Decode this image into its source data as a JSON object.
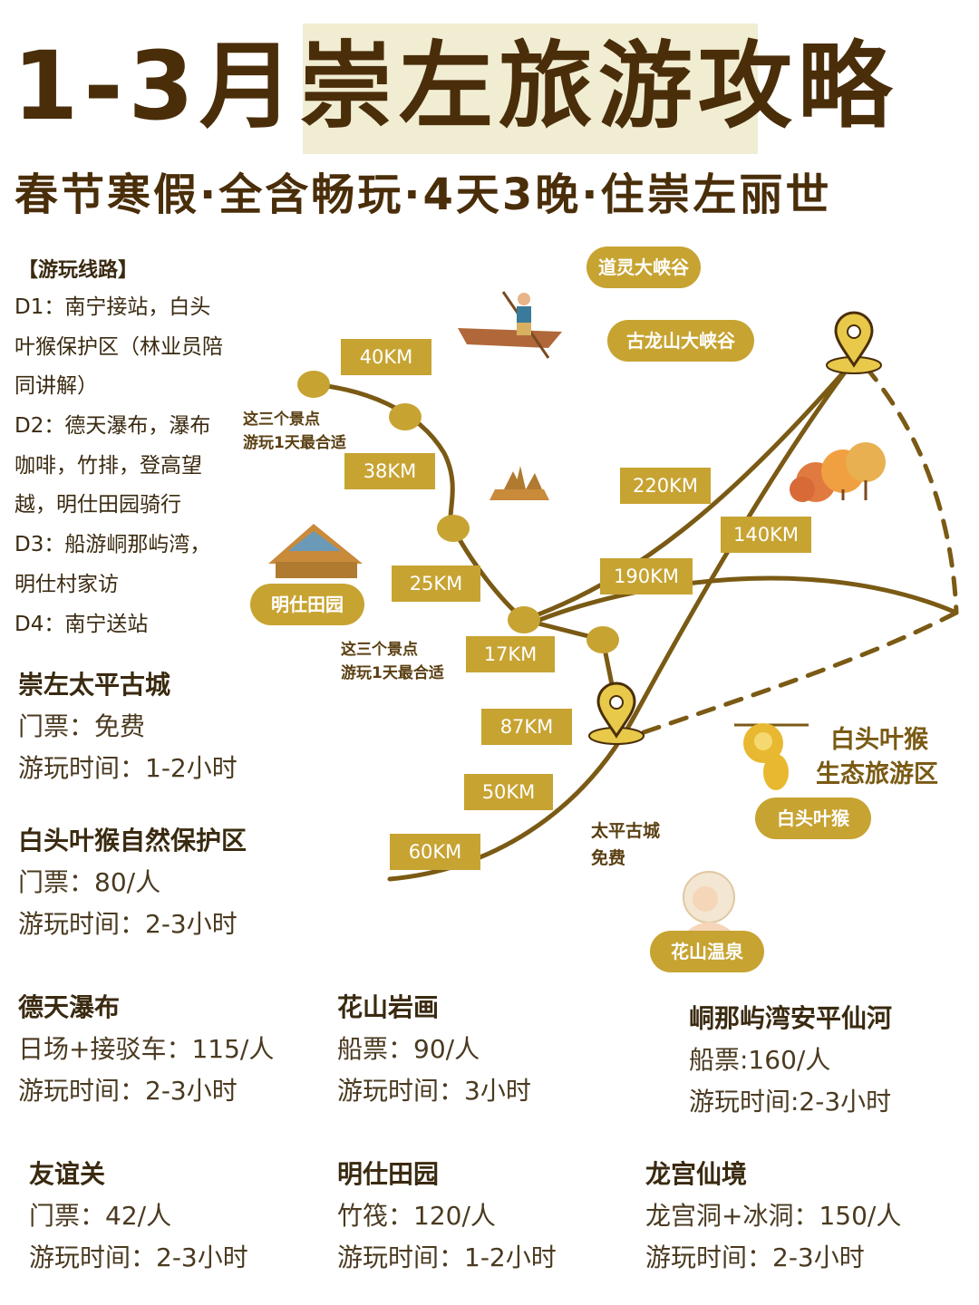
{
  "title": "1-3月崇左旅游攻略",
  "subtitle": "春节寒假·全含畅玩·4天3晚·住崇左丽世",
  "route": {
    "heading": "【游玩线路】",
    "lines": [
      "D1：南宁接站，白头",
      "叶猴保护区（林业员陪",
      "同讲解）",
      "D2：德天瀑布，瀑布",
      "咖啡，竹排，登高望",
      "越，明仕田园骑行",
      "D3：船游峒那屿湾，",
      "明仕村家访",
      "D4：南宁送站"
    ]
  },
  "map": {
    "places": {
      "daoling": "道灵大峡谷",
      "gulongshan": "古龙山大峡谷",
      "mingshi": "明仕田园",
      "baitouyehou": "白头叶猴",
      "huashan": "花山温泉"
    },
    "distances": [
      "40KM",
      "38KM",
      "25KM",
      "17KM",
      "87KM",
      "50KM",
      "60KM",
      "220KM",
      "140KM",
      "190KM"
    ],
    "notes": {
      "upper": [
        "这三个景点",
        "游玩1天最合适"
      ],
      "lower": [
        "这三个景点",
        "游玩1天最合适"
      ],
      "taiping": [
        "太平古城",
        "免费"
      ]
    },
    "zone_label": [
      "白头叶猴",
      "生态旅游区"
    ]
  },
  "attractions": [
    {
      "name": "崇左太平古城",
      "lines": [
        "门票：免费",
        "游玩时间：1-2小时"
      ]
    },
    {
      "name": "白头叶猴自然保护区",
      "lines": [
        "门票：80/人",
        "游玩时间：2-3小时"
      ]
    },
    {
      "name": "德天瀑布",
      "lines": [
        "日场+接驳车：115/人",
        "游玩时间：2-3小时"
      ]
    },
    {
      "name": "花山岩画",
      "lines": [
        "船票：90/人",
        "游玩时间：3小时"
      ]
    },
    {
      "name": "峒那屿湾安平仙河",
      "lines": [
        "船票:160/人",
        "游玩时间:2-3小时"
      ]
    },
    {
      "name": "友谊关",
      "lines": [
        "门票：42/人",
        "游玩时间：2-3小时"
      ]
    },
    {
      "name": "明仕田园",
      "lines": [
        "竹筏：120/人",
        "游玩时间：1-2小时"
      ]
    },
    {
      "name": "龙宫仙境",
      "lines": [
        "龙宫洞+冰洞：150/人",
        "游玩时间：2-3小时"
      ]
    }
  ],
  "colors": {
    "accent": "#c7a332",
    "route": "#7a5a14",
    "title": "#4a2e0a",
    "highlight": "#f1edd3"
  }
}
